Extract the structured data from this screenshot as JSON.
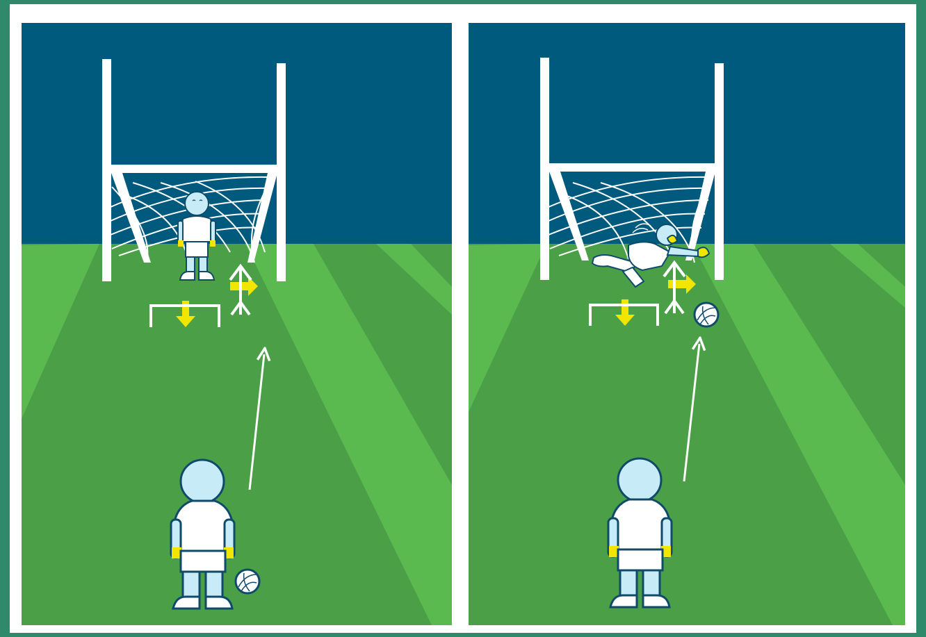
{
  "illustration": {
    "colors": {
      "sky": "#005a7e",
      "grass_dark": "#4a9f47",
      "grass_light": "#5aba50",
      "goal": "#ffffff",
      "arrow": "#ffffff",
      "marker": "#f2e500",
      "player_skin": "#c8ebf8",
      "player_outline": "#0f4a6a"
    },
    "panels": [
      {
        "id": "left",
        "goalkeeper_action": "standing"
      },
      {
        "id": "right",
        "goalkeeper_action": "diving"
      }
    ]
  }
}
